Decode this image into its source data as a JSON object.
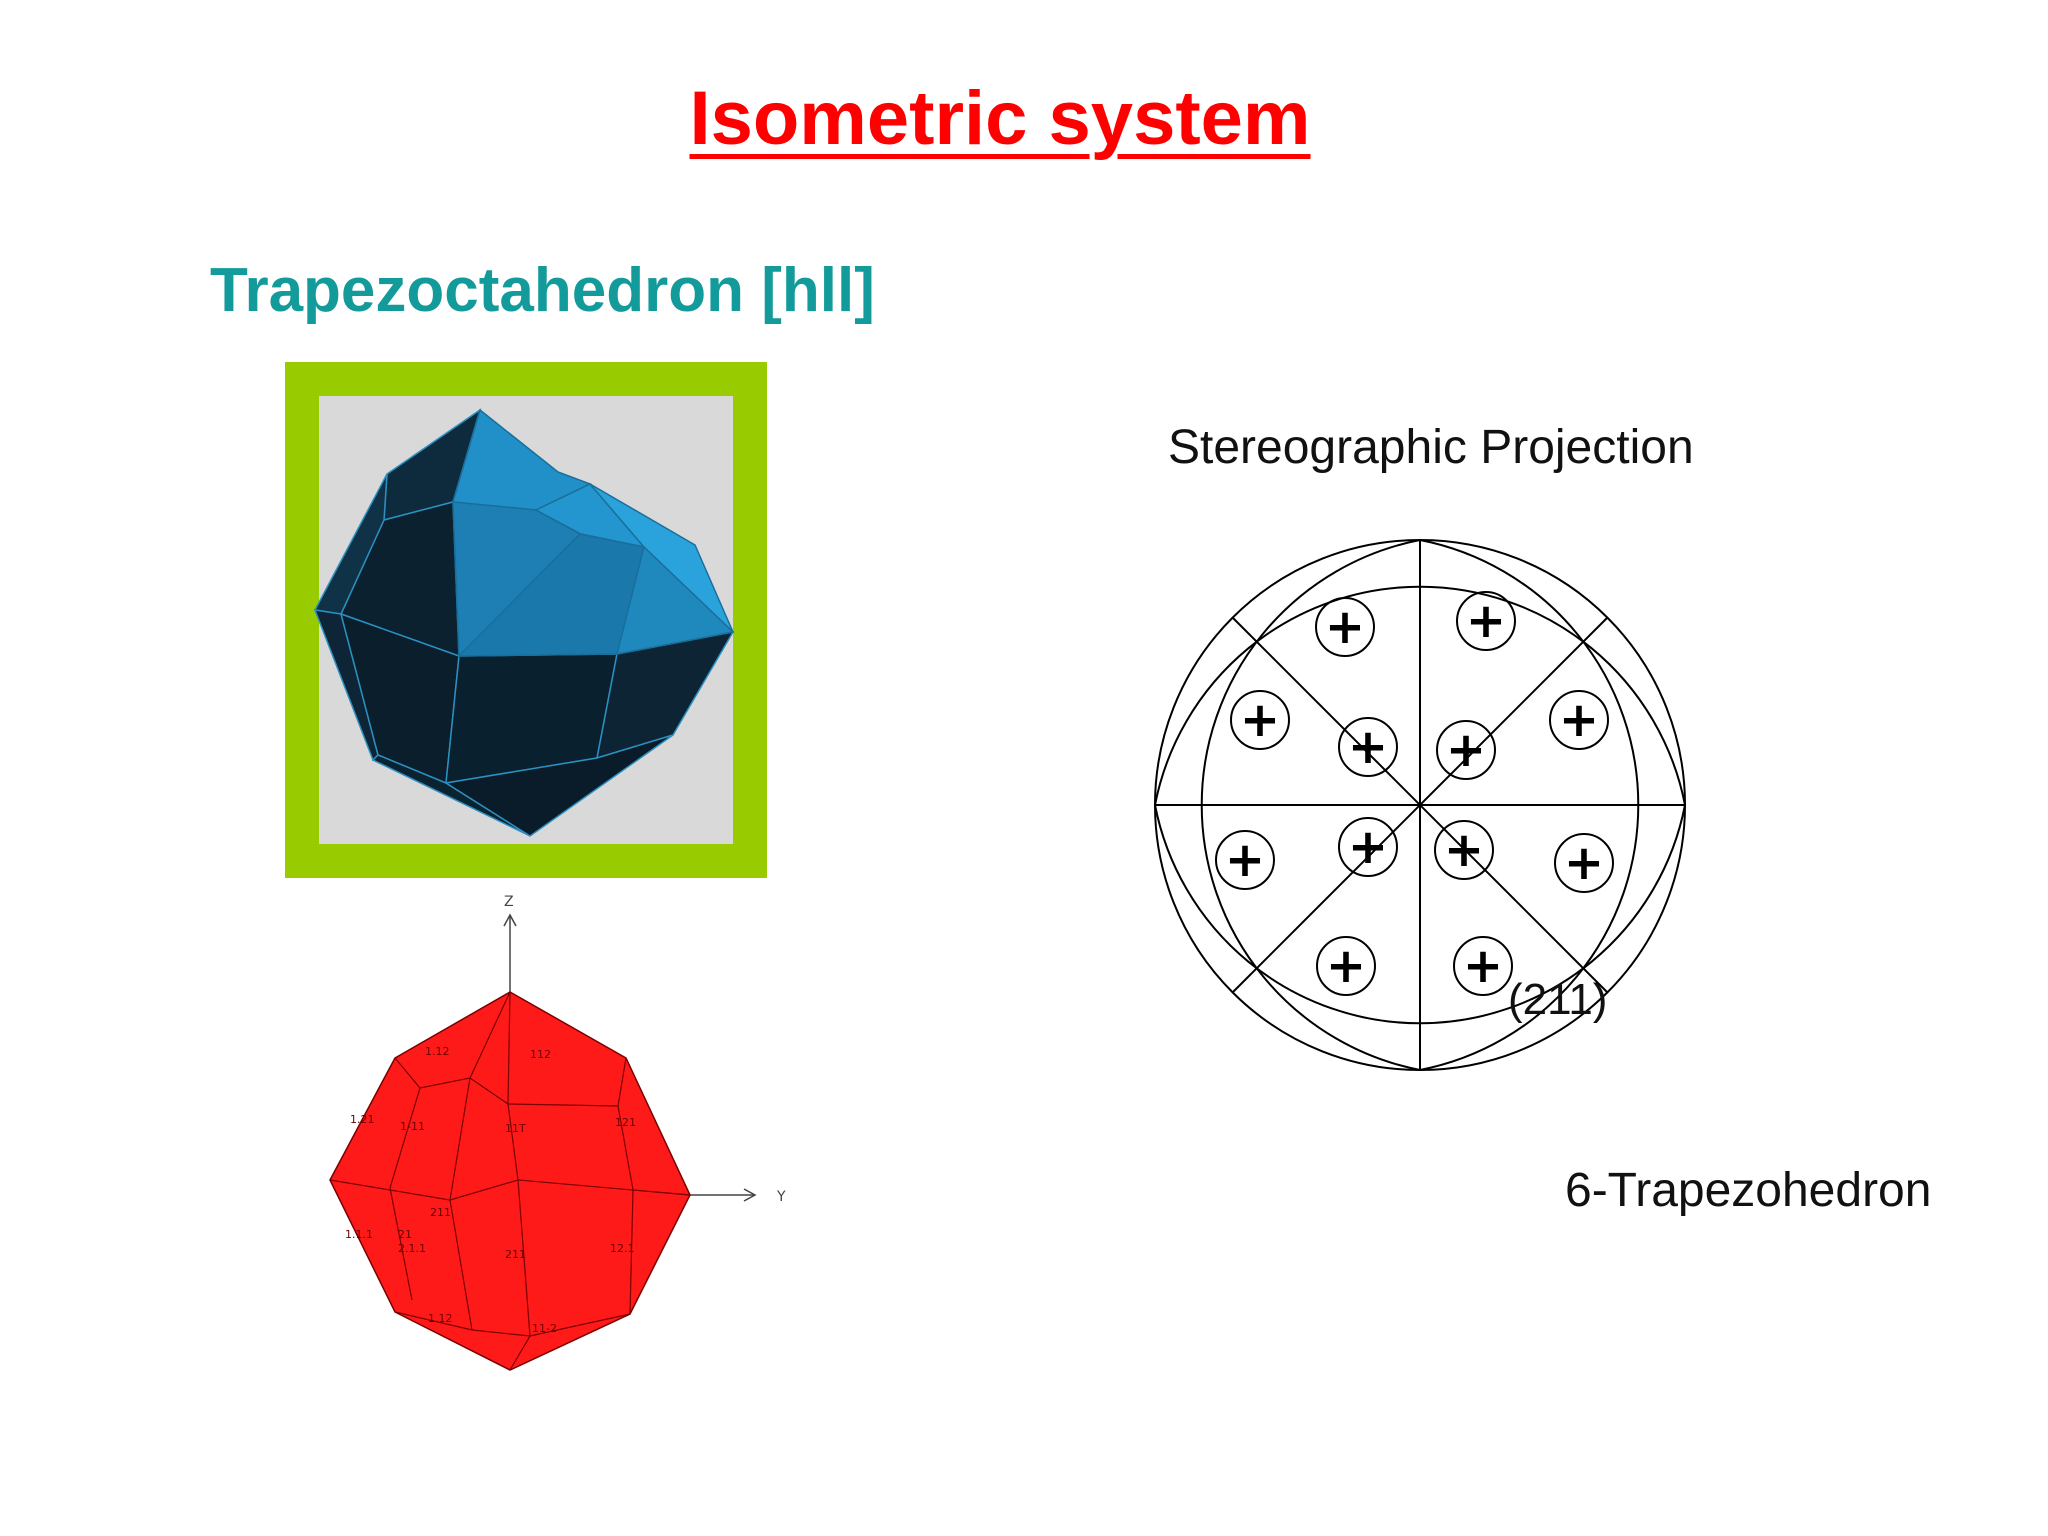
{
  "slide": {
    "title": "Isometric system",
    "subtitle": "Trapezoctahedron [hll]",
    "projection_title": "Stereographic Projection",
    "projection_label": "(211)",
    "form_name": "6-Trapezohedron"
  },
  "red_model": {
    "axis_z": "Z",
    "axis_y": "Y",
    "face_labels": [
      "1.12",
      "112",
      "1.21",
      "1-11",
      "11T",
      "121",
      "1.1.1",
      "211",
      "21",
      "2.1.1",
      "211",
      "12.1",
      "1.12",
      "11-2"
    ]
  },
  "colors": {
    "title": "#ff0000",
    "subtitle": "#139a9a",
    "frame": "#99cc00",
    "frame_inner": "#d9d9d9",
    "crystal_light": "#1f8fc6",
    "crystal_dark": "#0d2433",
    "red_model": "#ff1a1a"
  },
  "icons": {
    "pole": "plus-in-circle",
    "axis": "arrow"
  }
}
